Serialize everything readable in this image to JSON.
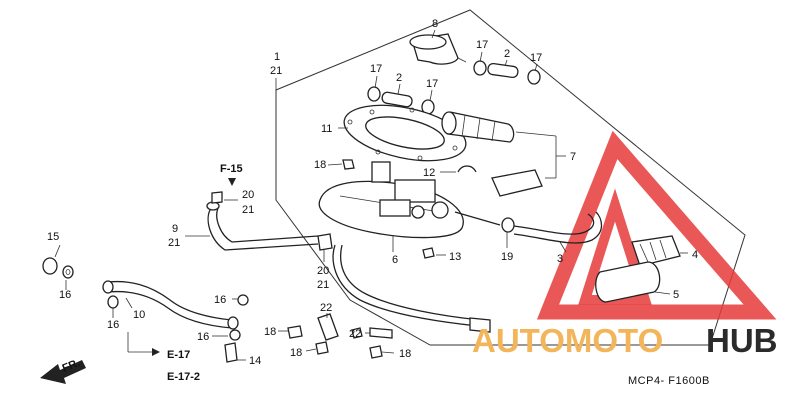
{
  "diagram_code": "MCP4- F1600B",
  "watermark": {
    "text_auto": "AUTOMOTO",
    "text_hub": "HUB",
    "color_triangle": "#e63a3a",
    "color_auto": "#f2b55a",
    "color_hub": "#2b2b2b"
  },
  "refs": {
    "f15": "F-15",
    "e17": "E-17",
    "e17_2": "E-17-2",
    "fr": "FR."
  },
  "callouts": [
    {
      "id": "c1",
      "text": "1"
    },
    {
      "id": "c21a",
      "text": "21"
    },
    {
      "id": "c8",
      "text": "8"
    },
    {
      "id": "c17a",
      "text": "17"
    },
    {
      "id": "c2a",
      "text": "2"
    },
    {
      "id": "c17b",
      "text": "17"
    },
    {
      "id": "c17c",
      "text": "17"
    },
    {
      "id": "c2b",
      "text": "2"
    },
    {
      "id": "c17d",
      "text": "17"
    },
    {
      "id": "c11",
      "text": "11"
    },
    {
      "id": "c7",
      "text": "7"
    },
    {
      "id": "c18a",
      "text": "18"
    },
    {
      "id": "c12",
      "text": "12"
    },
    {
      "id": "c20a",
      "text": "20"
    },
    {
      "id": "c21b",
      "text": "21"
    },
    {
      "id": "c9",
      "text": "9"
    },
    {
      "id": "c21c",
      "text": "21"
    },
    {
      "id": "c15",
      "text": "15"
    },
    {
      "id": "c16a",
      "text": "16"
    },
    {
      "id": "c20b",
      "text": "20"
    },
    {
      "id": "c21d",
      "text": "21"
    },
    {
      "id": "c6",
      "text": "6"
    },
    {
      "id": "c13",
      "text": "13"
    },
    {
      "id": "c19",
      "text": "19"
    },
    {
      "id": "c3",
      "text": "3"
    },
    {
      "id": "c4",
      "text": "4"
    },
    {
      "id": "c5",
      "text": "5"
    },
    {
      "id": "c16b",
      "text": "16"
    },
    {
      "id": "c10",
      "text": "10"
    },
    {
      "id": "c16c",
      "text": "16"
    },
    {
      "id": "c16d",
      "text": "16"
    },
    {
      "id": "c22a",
      "text": "22"
    },
    {
      "id": "c18b",
      "text": "18"
    },
    {
      "id": "c18c",
      "text": "18"
    },
    {
      "id": "c22b",
      "text": "22"
    },
    {
      "id": "c18d",
      "text": "18"
    },
    {
      "id": "c14",
      "text": "14"
    }
  ]
}
